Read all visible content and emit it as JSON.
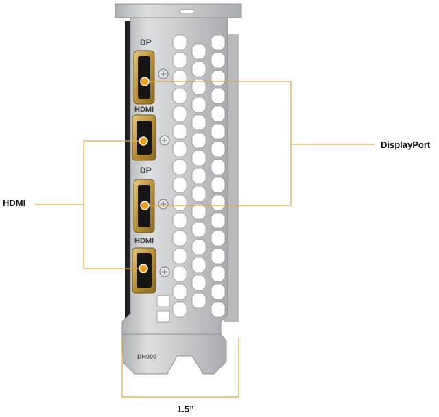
{
  "labels": {
    "hdmi": "HDMI",
    "displayport": "DisplayPort",
    "width": "1.5”"
  },
  "bracket_marks": {
    "dp_top": "DP",
    "hdmi_upper": "HDMI",
    "dp_lower": "DP",
    "hdmi_lower": "HDMI",
    "model_code": "DH000"
  },
  "colors": {
    "callout_line": "#e3a73a",
    "callout_dot": "#f39a1c",
    "bracket_metal": "#c9cbcd",
    "port_gold": "#c9a24a"
  }
}
